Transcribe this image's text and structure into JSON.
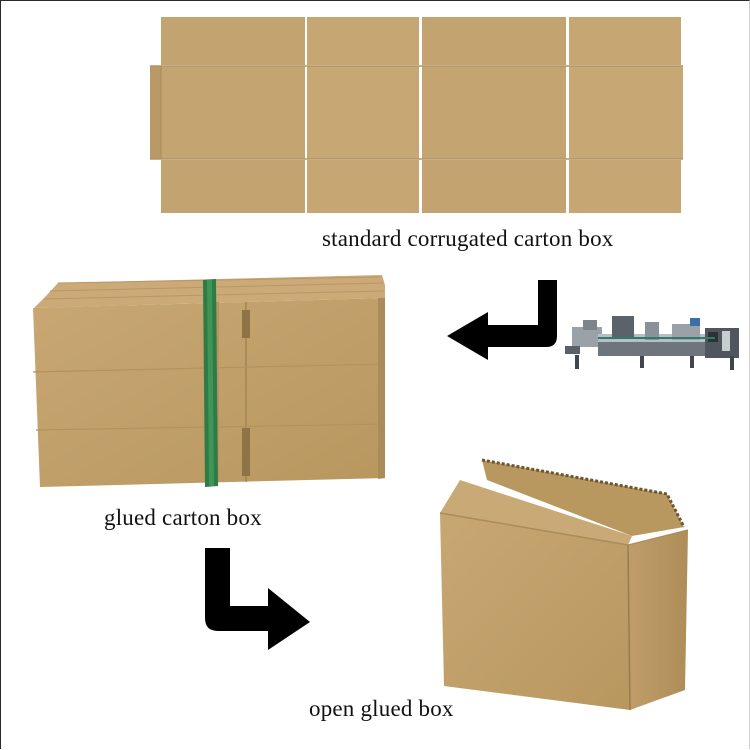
{
  "captions": {
    "flat_blank": "standard corrugated carton box",
    "glued_stack": "glued carton box",
    "open_box": "open glued box"
  },
  "colors": {
    "cardboard": "#c4a471",
    "cardboard_light": "#cfb07e",
    "cardboard_dark": "#a98b5c",
    "crease": "#e2d2b4",
    "strap": "#2f7a45",
    "arrow": "#000000",
    "machine": "#8a9098"
  },
  "icons": [
    "curved-arrow-left-icon",
    "curved-arrow-right-icon",
    "folder-gluer-machine-icon"
  ]
}
